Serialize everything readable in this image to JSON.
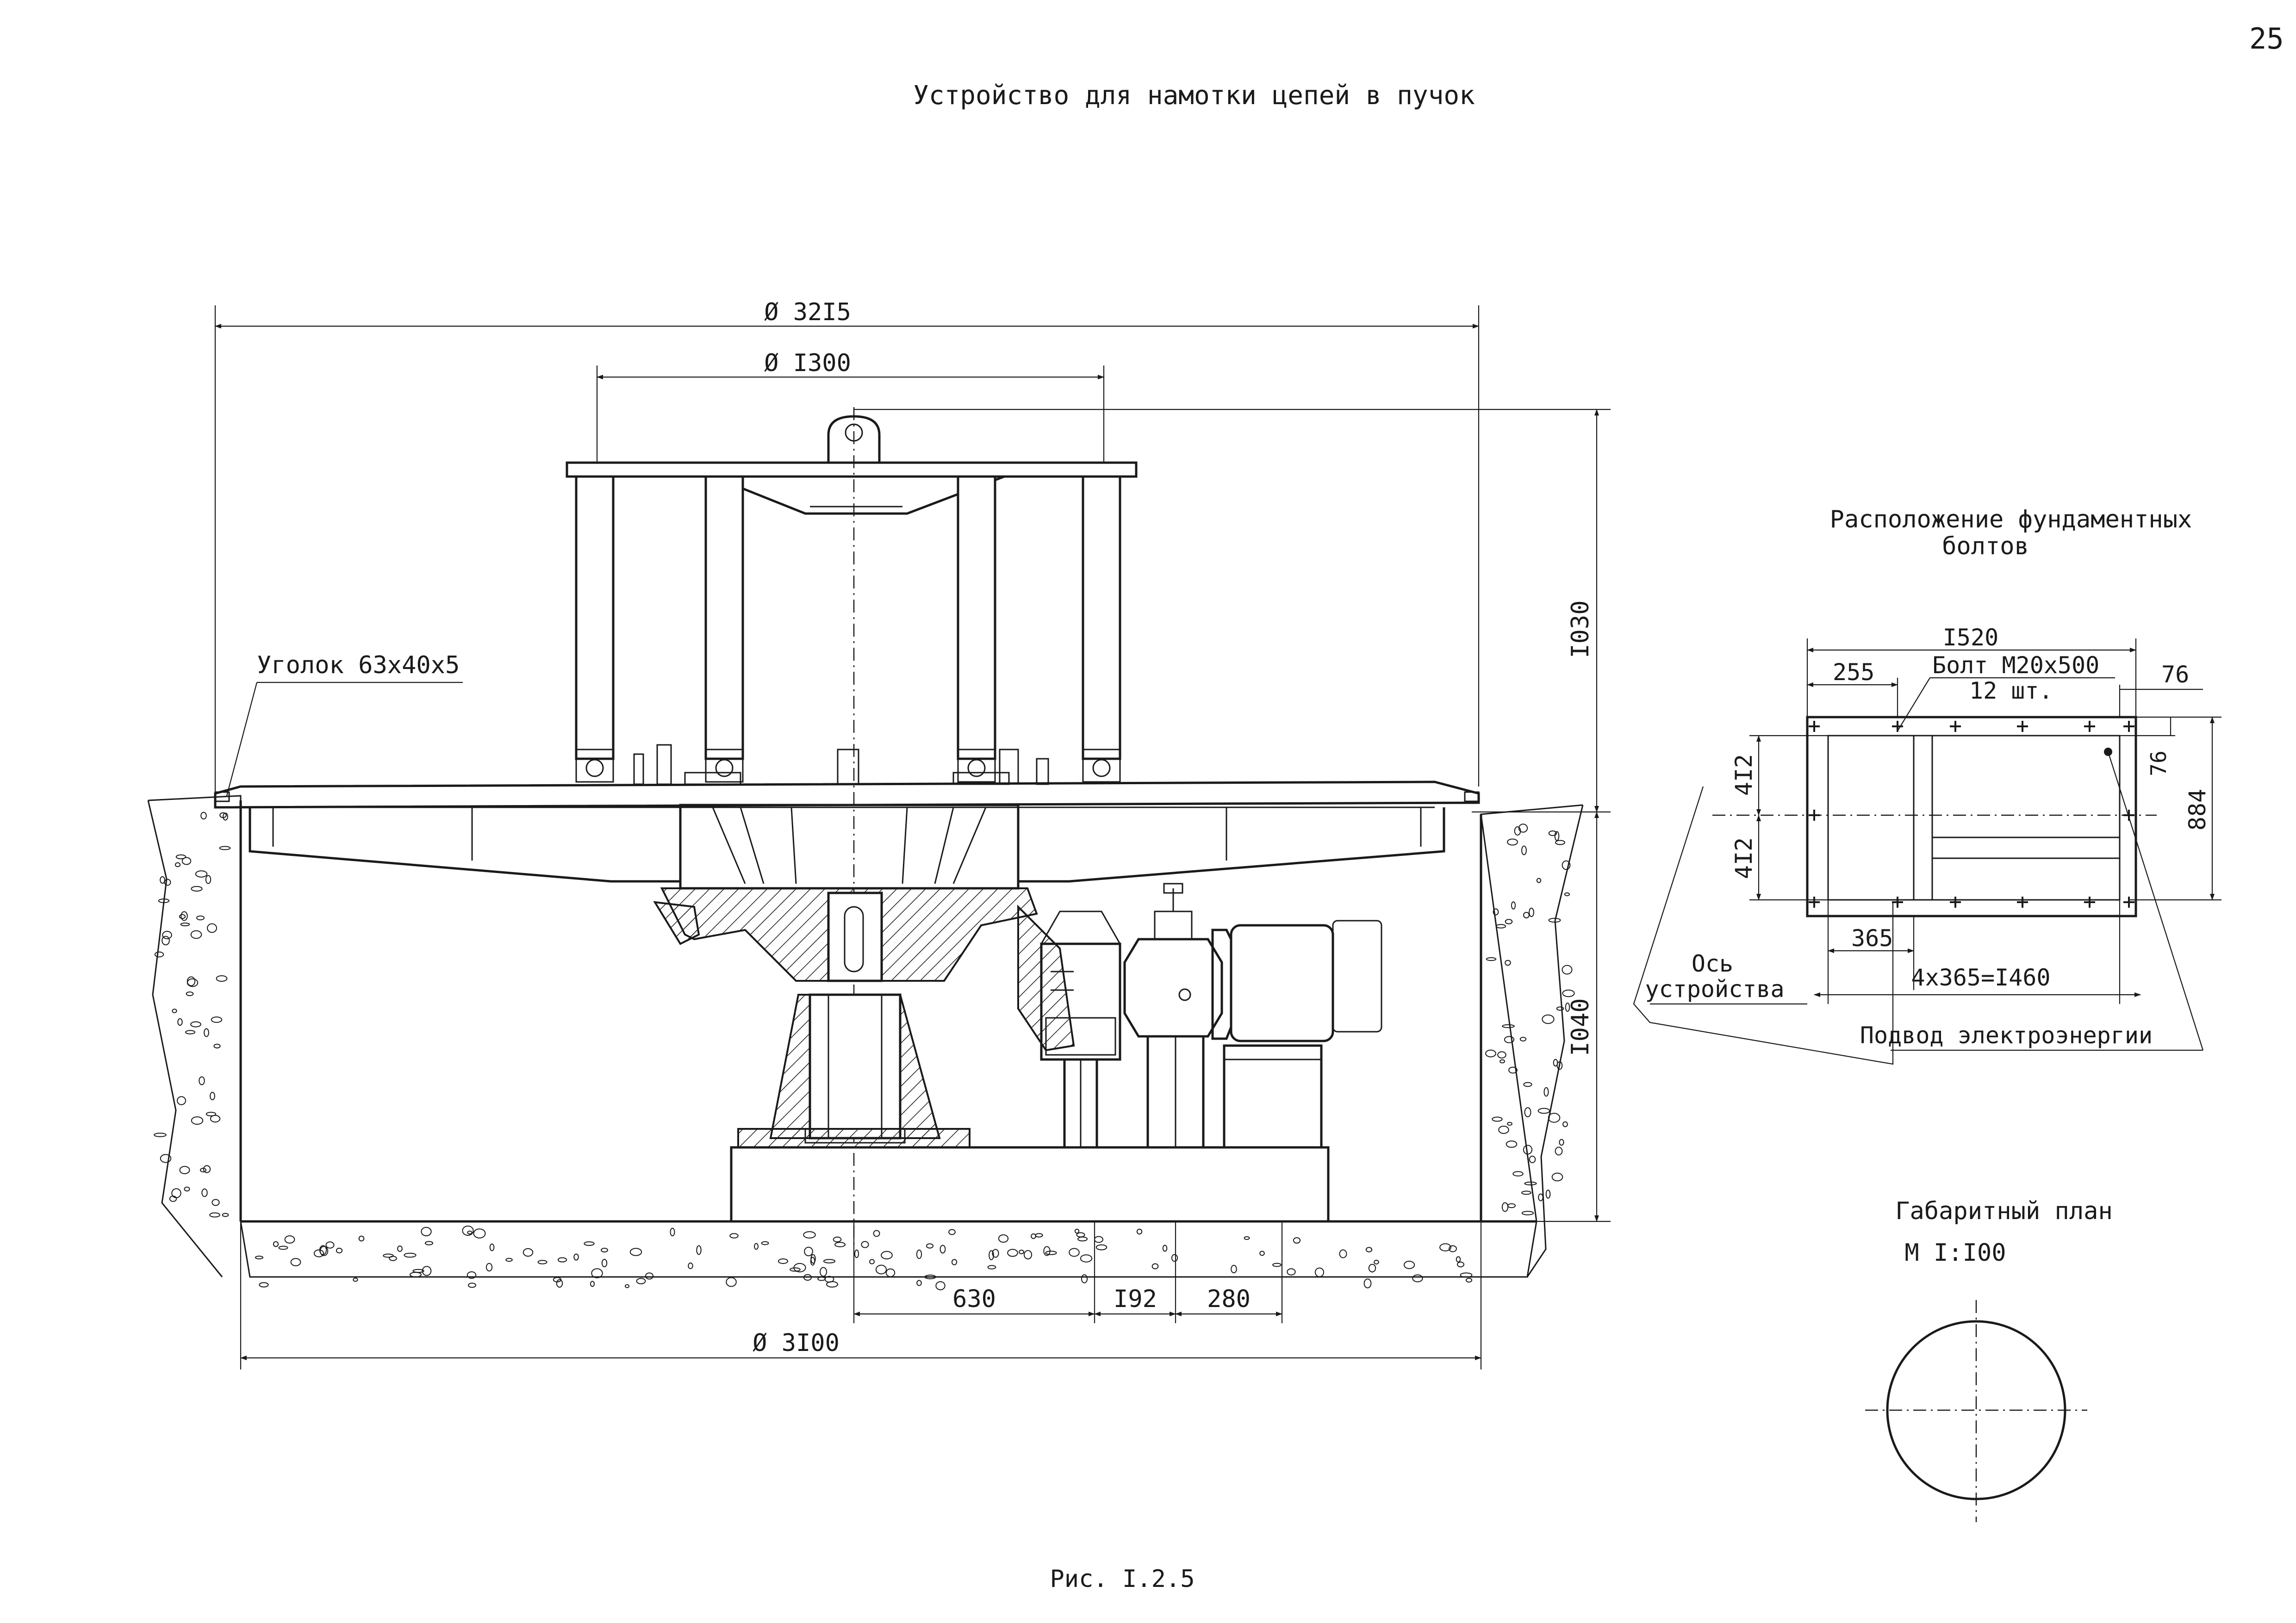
{
  "page_number": "25",
  "title": "Устройство для намотки цепей в пучок",
  "caption": "Рис. I.2.5",
  "main_view": {
    "dim_top_outer": "Ø 32I5",
    "dim_top_inner": "Ø I300",
    "dim_height_upper": "I030",
    "dim_height_lower": "I040",
    "dim_bottom_outer": "Ø 3I00",
    "dim_630": "630",
    "dim_192": "I92",
    "dim_280": "280",
    "angle_label": "Уголок 63х40х5"
  },
  "bolt_plan": {
    "title_line1": "Расположение фундаментных",
    "title_line2": "болтов",
    "dim_width": "I520",
    "dim_255": "255",
    "dim_76_top": "76",
    "dim_76_side": "76",
    "dim_884": "884",
    "dim_412_upper": "4I2",
    "dim_412_lower": "4I2",
    "dim_365": "365",
    "dim_pitch": "4х365=I460",
    "bolt_label_line1": "Болт М20х500",
    "bolt_label_line2": "12 шт.",
    "axis_label_line1": "Ось",
    "axis_label_line2": "устройства",
    "power_label": "Подвод электроэнергии"
  },
  "outline_plan": {
    "title": "Габаритный план",
    "scale": "М I:I00"
  }
}
